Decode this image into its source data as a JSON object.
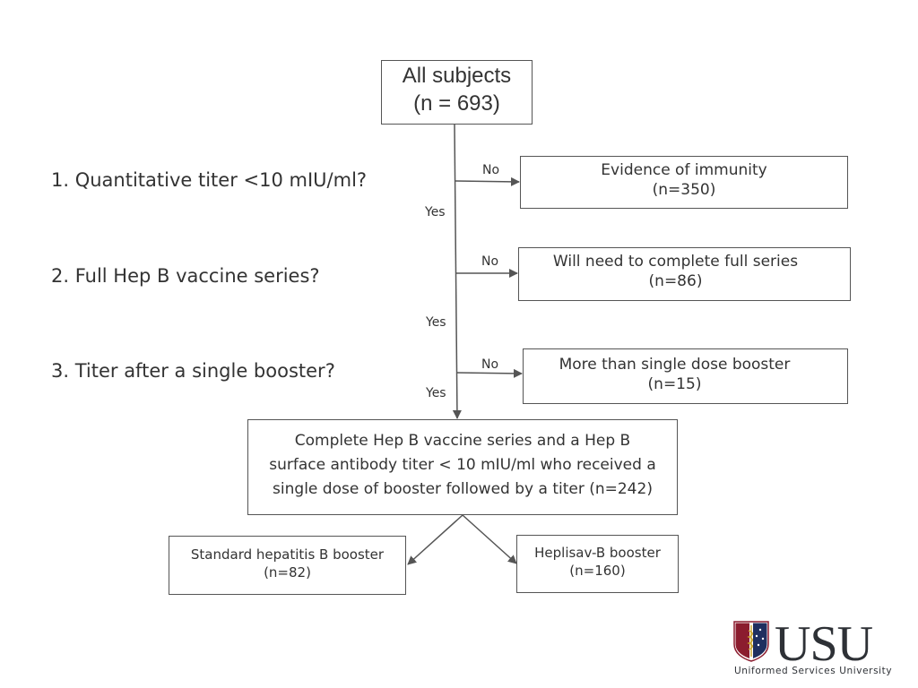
{
  "root": {
    "line1": "All subjects",
    "line2": "(n = 693)"
  },
  "questions": [
    "1. Quantitative titer <10 mIU/ml?",
    "2. Full Hep B vaccine series?",
    "3. Titer after a single booster?"
  ],
  "branches": {
    "no": "No",
    "yes": "Yes"
  },
  "outcomes": [
    {
      "line1": "Evidence of immunity",
      "line2": "(n=350)"
    },
    {
      "line1": "Will need to complete full series",
      "line2": "(n=86)"
    },
    {
      "line1": "More than single dose booster",
      "line2": "(n=15)"
    }
  ],
  "final": {
    "line1": "Complete Hep B vaccine series and a Hep B",
    "line2": "surface antibody titer < 10 mIU/ml who received a",
    "line3": "single dose of booster followed by a titer (n=242)"
  },
  "leaves": [
    {
      "line1": "Standard hepatitis B booster",
      "line2": "(n=82)"
    },
    {
      "line1": "Heplisav-B booster",
      "line2": "(n=160)"
    }
  ],
  "logo": {
    "wordmark": "USU",
    "subtitle": "Uniformed Services University"
  },
  "colors": {
    "line": "#555555",
    "text": "#333333",
    "shield_red": "#8b1c2e",
    "shield_blue": "#1f2f5f"
  }
}
